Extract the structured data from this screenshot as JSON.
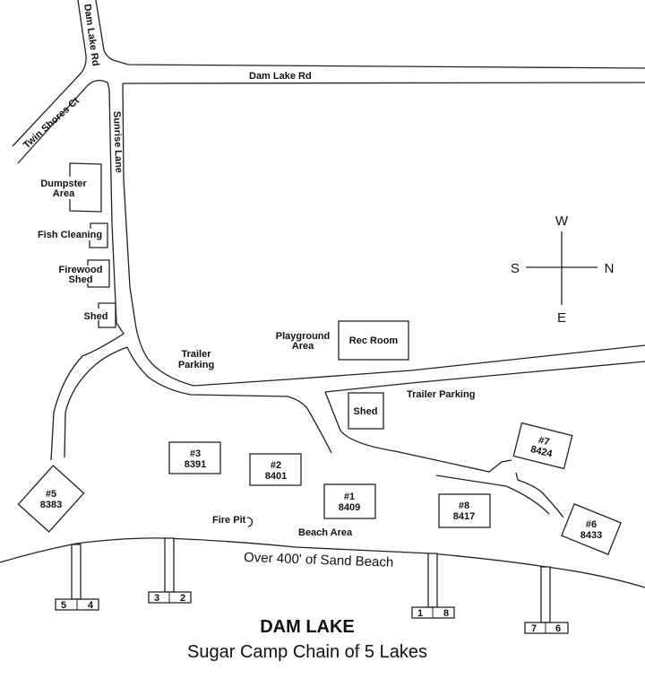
{
  "roads": {
    "dam_lake_rd_north": "Dam Lake Rd",
    "dam_lake_rd_east": "Dam Lake Rd",
    "twin_shores": "Twin Shores Ct",
    "sunrise": "Sunrise Lane"
  },
  "facilities": {
    "dumpster": [
      "Dumpster",
      "Area"
    ],
    "fish_cleaning": "Fish Cleaning",
    "firewood": [
      "Firewood",
      "Shed"
    ],
    "shed_west": "Shed",
    "trailer_parking_west": [
      "Trailer",
      "Parking"
    ],
    "playground": [
      "Playground",
      "Area"
    ],
    "rec_room": "Rec Room",
    "trailer_parking_east": "Trailer Parking",
    "shed_east": "Shed",
    "fire_pit": "Fire Pit",
    "beach_area": "Beach Area"
  },
  "cabins": [
    {
      "num": "#1",
      "addr": "8409"
    },
    {
      "num": "#2",
      "addr": "8401"
    },
    {
      "num": "#3",
      "addr": "8391"
    },
    {
      "num": "#5",
      "addr": "8383"
    },
    {
      "num": "#6",
      "addr": "8433"
    },
    {
      "num": "#7",
      "addr": "8424"
    },
    {
      "num": "#8",
      "addr": "8417"
    }
  ],
  "docks": [
    {
      "left": "5",
      "right": "4"
    },
    {
      "left": "3",
      "right": "2"
    },
    {
      "left": "1",
      "right": "8"
    },
    {
      "left": "7",
      "right": "6"
    }
  ],
  "beach_note": "Over 400' of Sand Beach",
  "compass": {
    "w": "W",
    "e": "E",
    "s": "S",
    "n": "N"
  },
  "title": "DAM LAKE",
  "subtitle": "Sugar Camp Chain of 5 Lakes"
}
